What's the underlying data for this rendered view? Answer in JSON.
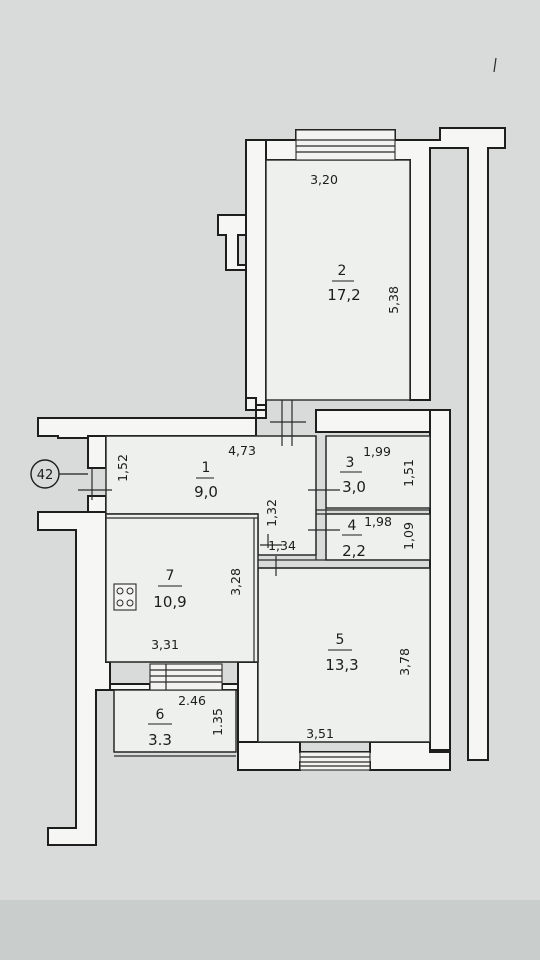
{
  "building_no": "42",
  "rooms": [
    {
      "id": "1",
      "area": "9,0"
    },
    {
      "id": "2",
      "area": "17,2"
    },
    {
      "id": "3",
      "area": "3,0"
    },
    {
      "id": "4",
      "area": "2,2"
    },
    {
      "id": "5",
      "area": "13,3"
    },
    {
      "id": "6",
      "area": "3.3"
    },
    {
      "id": "7",
      "area": "10,9"
    }
  ],
  "dimensions": {
    "r2_width": "3,20",
    "r2_length": "5,38",
    "hall_width": "4,73",
    "hall_depth": "1,52",
    "r3_width": "1,99",
    "r3_depth": "1,51",
    "r4_width": "1,98",
    "r4_depth": "1,09",
    "corridor_depth": "1,32",
    "corridor_width": "1,34",
    "r7_depth": "3,28",
    "r7_width": "3,31",
    "r6_width": "2.46",
    "r6_depth": "1.35",
    "r5_depth": "3,78",
    "r5_width": "3,51"
  },
  "icons": [
    "stove-icon",
    "compass-tick-icon"
  ]
}
